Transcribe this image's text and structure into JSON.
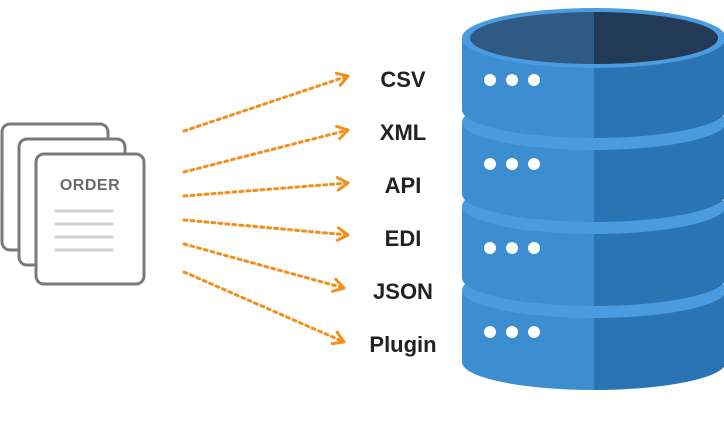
{
  "document": {
    "title": "ORDER",
    "icon": "order-documents-icon",
    "stroke_color": "#7a7a7a",
    "line_color": "#cfcfcf"
  },
  "formats": [
    "CSV",
    "XML",
    "API",
    "EDI",
    "JSON",
    "Plugin"
  ],
  "arrow_color": "#f0901e",
  "database": {
    "icon": "database-server-icon",
    "colors": {
      "light_blue": "#3d8ed0",
      "dark_blue": "#2a74b3",
      "top_dark": "#2e5a83",
      "top_inner": "#233a57",
      "rim": "#4a9be0",
      "lights": "#ffffff"
    }
  }
}
